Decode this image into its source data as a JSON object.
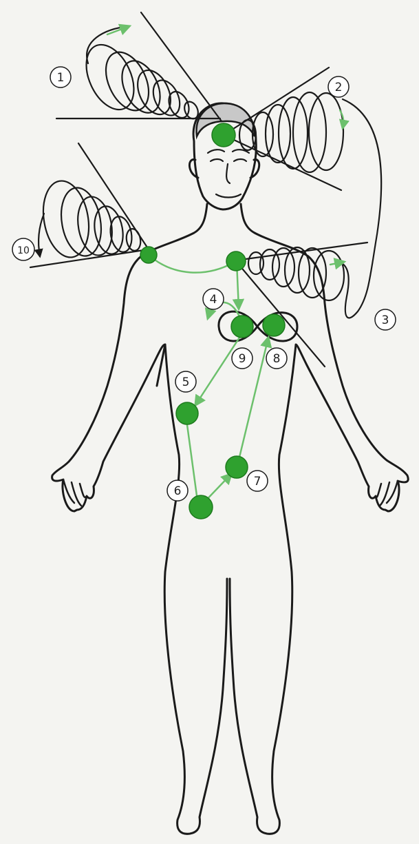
{
  "colors": {
    "background": "#f4f4f1",
    "outline": "#1a1a1a",
    "point_fill": "#2fa12f",
    "point_stroke": "#1d7a1d",
    "path_green": "#6cc06c",
    "label_circle": "#ffffff",
    "hair": "#c8c8c8"
  },
  "labels": {
    "n1": "1",
    "n2": "2",
    "n3": "3",
    "n4": "4",
    "n5": "5",
    "n6": "6",
    "n7": "7",
    "n8": "8",
    "n9": "9",
    "n10": "10"
  },
  "icons": [
    "energy-spiral-icon",
    "energy-point-icon",
    "flow-arrow-icon",
    "infinity-loop-icon"
  ]
}
